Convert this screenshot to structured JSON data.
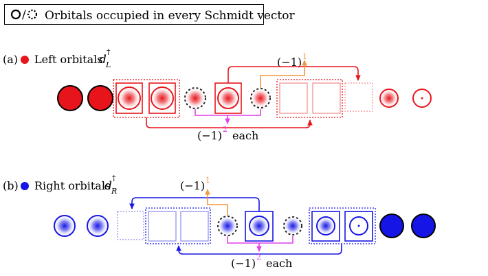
{
  "legend": {
    "text": "Orbitals occupied in every Schmidt vector",
    "slash": "/"
  },
  "panel_a": {
    "tag": "(a)",
    "title": "Left orbitals",
    "symbol": "d",
    "dagger": "†",
    "subscript": "L",
    "sign_top": "(−1)",
    "sign_top_exp": "1",
    "sign_bottom": "(−1)",
    "sign_bottom_exp": "2",
    "each": "each",
    "color": "#e8141b"
  },
  "panel_b": {
    "tag": "(b)",
    "title": "Right orbitals",
    "symbol": "d",
    "dagger": "†",
    "subscript": "R",
    "sign_top": "(−1)",
    "sign_top_exp": "1",
    "sign_bottom": "(−1)",
    "sign_bottom_exp": "2",
    "each": "each",
    "color": "#1515e6"
  },
  "colors": {
    "red": "#e8141b",
    "blue": "#1515e6",
    "orange": "#f0963c",
    "magenta": "#e040e8",
    "dashed_dark": "#222222"
  }
}
